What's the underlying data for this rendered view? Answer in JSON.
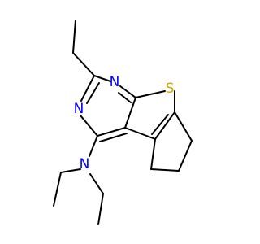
{
  "molecule": {
    "atoms": {
      "n_top": {
        "label": "N",
        "color": "#0000ff"
      },
      "n_left": {
        "label": "N",
        "color": "#0000ff"
      },
      "s": {
        "label": "S",
        "color": "#c8a800"
      },
      "n_amine": {
        "label": "N",
        "color": "#0000ff"
      }
    }
  }
}
